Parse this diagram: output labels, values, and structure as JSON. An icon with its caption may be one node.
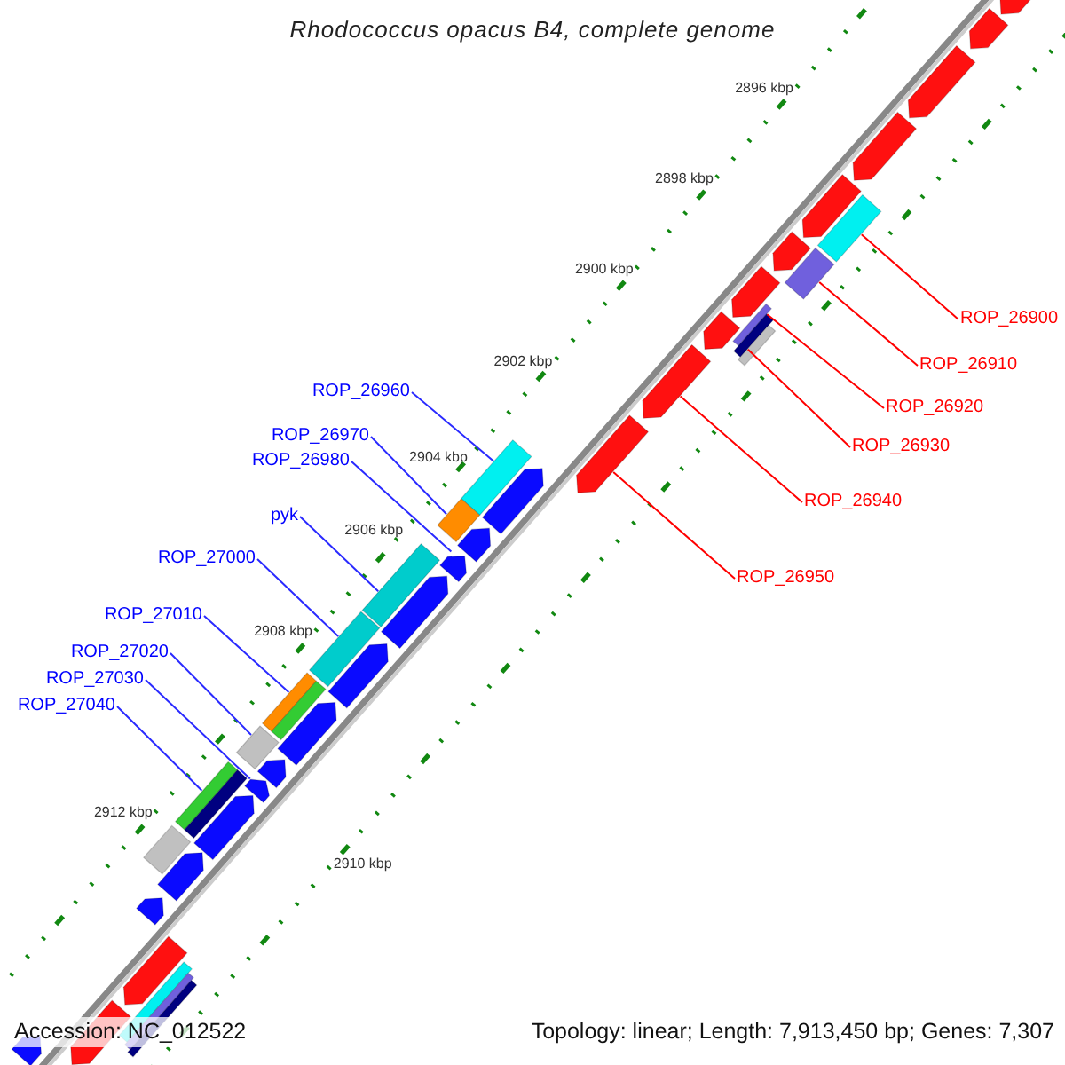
{
  "diagram": {
    "title": "Rhodococcus opacus B4, complete genome",
    "nodes": [
      {
        "text": [
          "ROP_26900"
        ]
      },
      {
        "text": [
          "ROP_26910"
        ]
      },
      {
        "text": [
          "ROP_26920"
        ]
      },
      {
        "text": [
          "ROP_26930"
        ]
      },
      {
        "text": [
          "ROP_26940"
        ]
      },
      {
        "text": [
          "ROP_26950"
        ]
      },
      {
        "text": [
          "ROP_26960"
        ]
      },
      {
        "text": [
          "ROP_26970"
        ]
      },
      {
        "text": [
          "ROP_26980"
        ]
      },
      {
        "text": [
          "pyk"
        ]
      },
      {
        "text": [
          "ROP_27000"
        ]
      },
      {
        "text": [
          "ROP_27010"
        ]
      },
      {
        "text": [
          "ROP_27020"
        ]
      },
      {
        "text": [
          "ROP_27030"
        ]
      },
      {
        "text": [
          "ROP_27040"
        ]
      },
      {
        "text": [],
        "shape": "box"
      },
      {
        "text": [],
        "shape": "box"
      },
      {
        "text": [],
        "shape": "box"
      },
      {
        "text": [],
        "shape": "box"
      },
      {
        "text": [],
        "shape": "arrow"
      },
      {
        "text": [],
        "shape": "arrow"
      },
      {
        "text": [],
        "shape": "box"
      },
      {
        "text": [],
        "shape": "box"
      },
      {
        "text": [],
        "shape": "arrow"
      },
      {
        "text": [],
        "shape": "box"
      },
      {
        "text": [],
        "shape": "box"
      },
      {
        "text": [],
        "shape": "box"
      },
      {
        "text": [],
        "shape": "box"
      },
      {
        "text": [],
        "shape": "arrow"
      },
      {
        "text": [],
        "shape": "box"
      },
      {
        "text": [],
        "shape": "arrow"
      },
      {
        "text": [],
        "shape": "arrow"
      },
      {
        "text": [],
        "shape": "arrow"
      },
      {
        "text": [],
        "shape": "arrow"
      },
      {
        "text": [],
        "shape": "arrow"
      },
      {
        "text": [],
        "shape": "arrow"
      },
      {
        "text": [],
        "shape": "arrow"
      },
      {
        "text": [],
        "shape": "arrow"
      },
      {
        "text": [],
        "shape": "arrow"
      },
      {
        "text": [],
        "shape": "arrow"
      },
      {
        "text": [],
        "shape": "box"
      },
      {
        "text": [],
        "shape": "box"
      },
      {
        "text": [],
        "shape": "box"
      },
      {
        "text": [],
        "shape": "box"
      },
      {
        "text": [],
        "shape": "arrow"
      },
      {
        "text": [],
        "shape": "arrow"
      },
      {
        "text": [],
        "shape": "arrow"
      },
      {
        "text": [],
        "shape": "arrow"
      },
      {
        "text": [],
        "shape": "arrow"
      },
      {
        "text": [],
        "shape": "arrow"
      },
      {
        "text": [],
        "shape": "arrow"
      },
      {
        "text": [],
        "shape": "arrow"
      },
      {
        "text": [],
        "shape": "arrow"
      },
      {
        "text": [],
        "shape": "arrow"
      },
      {
        "text": [],
        "shape": "box"
      },
      {
        "text": [],
        "shape": "box"
      },
      {
        "text": [],
        "shape": "box"
      }
    ],
    "edges": [
      {
        "from": 0,
        "to": 15,
        "arrow": "none",
        "color": "#ff0000"
      },
      {
        "from": 1,
        "to": 16,
        "arrow": "none",
        "color": "#ff0000"
      },
      {
        "from": 2,
        "to": 17,
        "arrow": "none",
        "color": "#ff0000"
      },
      {
        "from": 3,
        "to": 18,
        "arrow": "none",
        "color": "#ff0000"
      },
      {
        "from": 4,
        "to": 19,
        "arrow": "none",
        "color": "#ff0000"
      },
      {
        "from": 5,
        "to": 20,
        "arrow": "none",
        "color": "#ff0000"
      },
      {
        "from": 6,
        "to": 21,
        "arrow": "none"
      },
      {
        "from": 7,
        "to": 22,
        "arrow": "none"
      },
      {
        "from": 8,
        "to": 23,
        "arrow": "none"
      },
      {
        "from": 9,
        "to": 24,
        "arrow": "none"
      },
      {
        "from": 10,
        "to": 25,
        "arrow": "none"
      },
      {
        "from": 11,
        "to": 26,
        "arrow": "none"
      },
      {
        "from": 12,
        "to": 27,
        "arrow": "none"
      },
      {
        "from": 13,
        "to": 28,
        "arrow": "none"
      },
      {
        "from": 14,
        "to": 29,
        "arrow": "none"
      }
    ],
    "labels": [
      "2896 kbp",
      "2898 kbp",
      "2900 kbp",
      "2902 kbp",
      "2904 kbp",
      "2906 kbp",
      "2908 kbp",
      "2910 kbp",
      "2912 kbp",
      "Accession: NC_012522",
      "Topology: linear; Length: 7,913,450 bp; Genes: 7,307"
    ]
  }
}
